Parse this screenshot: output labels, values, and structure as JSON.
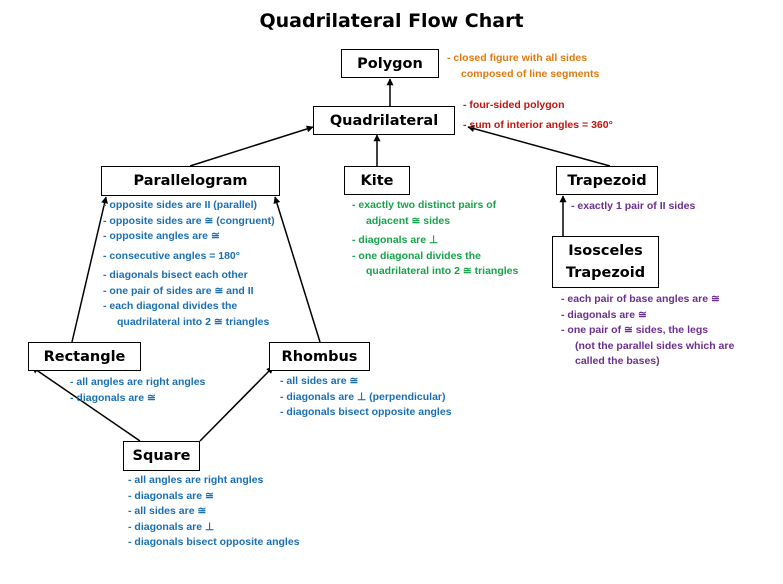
{
  "title": "Quadrilateral Flow Chart",
  "colors": {
    "polygon_notes": "#e07a10",
    "quadrilateral_notes": "#c0140e",
    "parallelogram_notes": "#1a6fb3",
    "kite_notes": "#17a34a",
    "trapezoid_notes": "#6b2f8f"
  },
  "nodes": {
    "polygon": "Polygon",
    "quadrilateral": "Quadrilateral",
    "parallelogram": "Parallelogram",
    "kite": "Kite",
    "trapezoid": "Trapezoid",
    "isosceles_line1": "Isosceles",
    "isosceles_line2": "Trapezoid",
    "rectangle": "Rectangle",
    "rhombus": "Rhombus",
    "square": "Square"
  },
  "notes": {
    "polygon": [
      "- closed figure with all sides",
      "composed of line segments"
    ],
    "quadrilateral": [
      "- four-sided polygon",
      "- sum of interior angles = 360°"
    ],
    "parallelogram": [
      "- opposite sides are II (parallel)",
      "- opposite sides are ≅ (congruent)",
      "- opposite angles are ≅",
      "- consecutive angles = 180°",
      "- diagonals bisect each other",
      "- one pair of sides are ≅ and II",
      "- each diagonal divides the",
      "quadrilateral into 2 ≅ triangles"
    ],
    "kite": [
      "- exactly two distinct pairs of",
      "adjacent ≅ sides",
      "- diagonals are ⊥",
      "- one diagonal divides the",
      "quadrilateral into 2 ≅ triangles"
    ],
    "trapezoid": [
      "- exactly 1 pair of II sides"
    ],
    "isosceles": [
      "- each pair of base angles are ≅",
      "- diagonals are ≅",
      "- one pair of ≅ sides, the legs",
      "(not the parallel sides which are",
      "called the bases)"
    ],
    "rectangle": [
      "- all angles are right angles",
      "- diagonals are ≅"
    ],
    "rhombus": [
      "- all sides are ≅",
      "- diagonals are ⊥ (perpendicular)",
      "- diagonals bisect opposite angles"
    ],
    "square": [
      "- all angles are right angles",
      "- diagonals are ≅",
      "- all sides are ≅",
      "- diagonals are ⊥",
      "- diagonals bisect opposite angles"
    ]
  }
}
